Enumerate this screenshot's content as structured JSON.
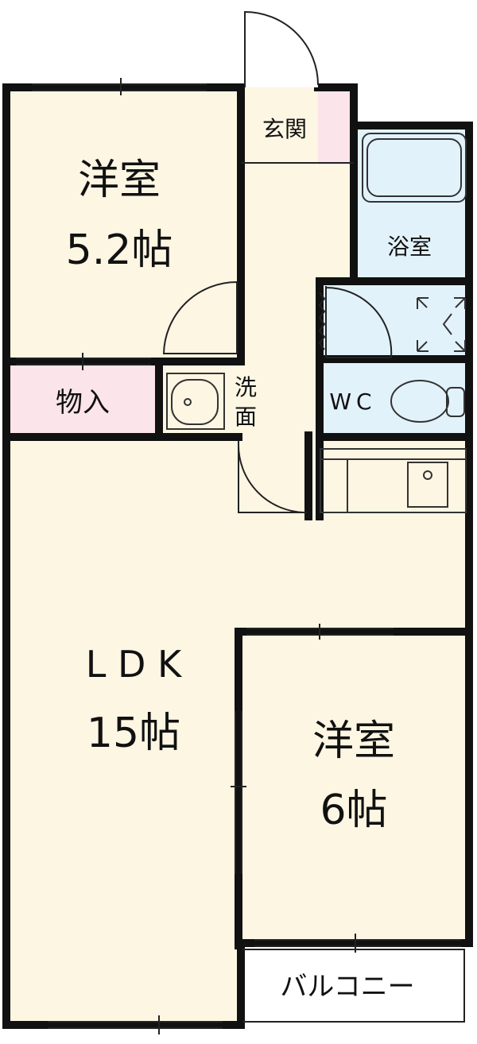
{
  "colors": {
    "room_fill": "#fdf6e3",
    "wet_fill": "#e2f2fb",
    "storage_fill": "#fbe4ea",
    "wall": "#111111",
    "balcony_fill": "#ffffff"
  },
  "rooms": {
    "western_room_1": {
      "name": "洋室",
      "size": "5.2帖"
    },
    "genkan": {
      "name": "玄関"
    },
    "bath": {
      "name": "浴室"
    },
    "storage": {
      "name": "物入"
    },
    "washroom": {
      "line1": "洗",
      "line2": "面"
    },
    "wc": {
      "name": "WC"
    },
    "ldk": {
      "name": "L D K",
      "size": "15帖"
    },
    "western_room_2": {
      "name": "洋室",
      "size": "6帖"
    },
    "balcony": {
      "name": "バルコニー"
    }
  },
  "icons": [
    "bathtub-icon",
    "sink-icon",
    "toilet-icon",
    "kitchen-sink-icon",
    "washer-space-icon",
    "door-swing-icon"
  ]
}
